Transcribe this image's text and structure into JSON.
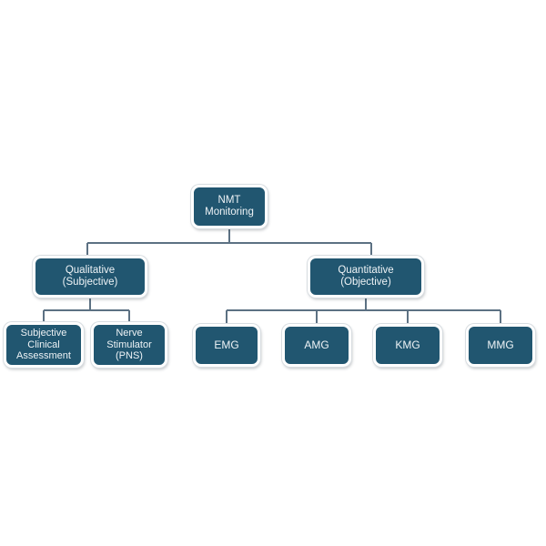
{
  "diagram": {
    "type": "hierarchy-tree",
    "background_color": "#ffffff",
    "node_fill_color": "#215670",
    "node_text_color": "#eef3f6",
    "node_border_color": "#ffffff",
    "connector_color": "#5c7183",
    "levels": 3,
    "root": {
      "id": "nmt-monitoring",
      "label": "NMT\nMonitoring",
      "line1": "NMT",
      "line2": "Monitoring"
    },
    "branches": [
      {
        "id": "qualitative",
        "label": "Qualitative\n(Subjective)",
        "line1": "Qualitative",
        "line2": "(Subjective)",
        "children": [
          {
            "id": "subjective-clinical-assessment",
            "label": "Subjective Clinical Assessment",
            "line1": "Subjective",
            "line2": "Clinical",
            "line3": "Assessment"
          },
          {
            "id": "nerve-stimulator-pns",
            "label": "Nerve Stimulator (PNS)",
            "line1": "Nerve",
            "line2": "Stimulator",
            "line3": "(PNS)"
          }
        ]
      },
      {
        "id": "quantitative",
        "label": "Quantitative\n(Objective)",
        "line1": "Quantitative",
        "line2": "(Objective)",
        "children": [
          {
            "id": "emg",
            "label": "EMG"
          },
          {
            "id": "amg",
            "label": "AMG"
          },
          {
            "id": "kmg",
            "label": "KMG"
          },
          {
            "id": "mmg",
            "label": "MMG"
          }
        ]
      }
    ]
  }
}
